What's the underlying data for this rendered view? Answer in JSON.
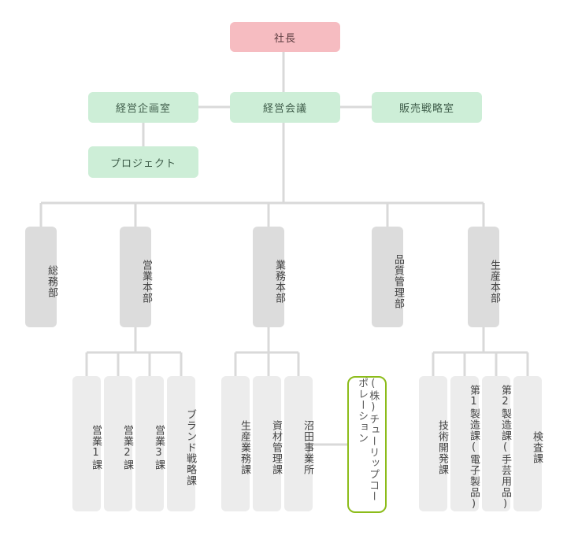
{
  "top": {
    "president": "社長"
  },
  "row2": {
    "planning": "経営企画室",
    "council": "経営会議",
    "sales_strategy": "販売戦略室"
  },
  "project": "プロジェクト",
  "departments": {
    "general": "総務部",
    "sales": "営業本部",
    "business": "業務本部",
    "quality": "品質管理部",
    "production": "生産本部"
  },
  "sections": {
    "sales1": "営業1課",
    "sales2": "営業2課",
    "sales3": "営業3課",
    "brand": "ブランド戦略課",
    "prod_ops": "生産業務課",
    "materials": "資材管理課",
    "numata": "沼田事業所",
    "tulip": "(株)チューリップコーポレーション",
    "tech": "技術開発課",
    "mfg1": "第1製造課(電子製品)",
    "mfg2": "第2製造課(手芸用品)",
    "inspection": "検査課"
  }
}
